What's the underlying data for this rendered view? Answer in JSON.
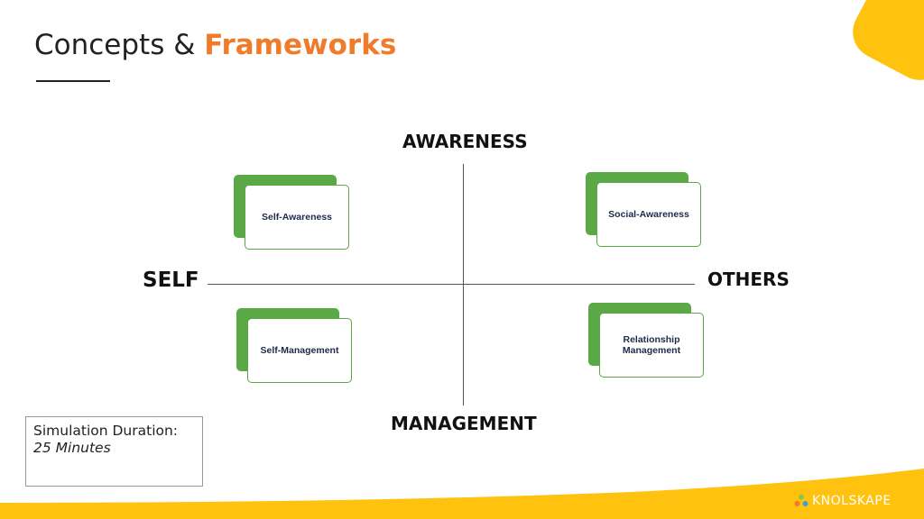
{
  "slide": {
    "title_plain": "Concepts & ",
    "title_accent": "Frameworks",
    "accent_color": "#f07b2b",
    "brand_yellow": "#ffc20e",
    "card_green": "#5aa946"
  },
  "diagram": {
    "axis_top": "AWARENESS",
    "axis_bottom": "MANAGEMENT",
    "axis_left": "SELF",
    "axis_right": "OTHERS",
    "quadrants": [
      {
        "label": "Self-Awareness"
      },
      {
        "label": "Social-Awareness"
      },
      {
        "label": "Self-Management"
      },
      {
        "label": "Relationship Management"
      }
    ]
  },
  "duration": {
    "label": "Simulation Duration:",
    "value": "25 Minutes"
  },
  "logo": {
    "text": "KNOLSKAPE",
    "icon": "knolskape-logo-icon"
  }
}
